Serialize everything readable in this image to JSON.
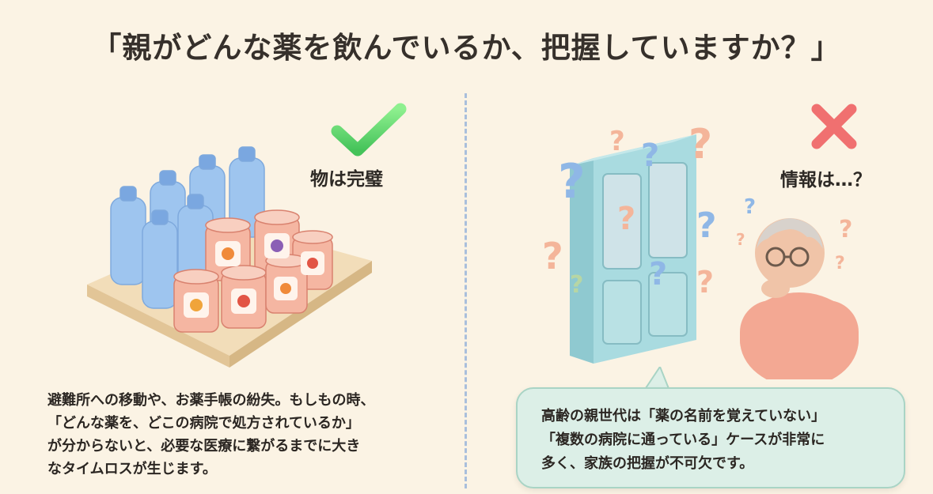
{
  "title": "「親がどんな薬を飲んでいるか、把握していますか？」",
  "left": {
    "label": "物は完璧",
    "icon": "check-icon",
    "text_lines": [
      "避難所への移動や、お薬手帳の紛失。もしもの時、",
      "「どんな薬を、どこの病院で処方されているか」",
      "が分からないと、必要な医療に繋がるまでに大き",
      "なタイムロスが生じます。"
    ]
  },
  "right": {
    "label": "情報は…？",
    "icon": "x-icon",
    "bubble_lines": [
      "高齢の親世代は「薬の名前を覚えていない」",
      "「複数の病院に通っている」ケースが非常に",
      "多く、家族の把握が不可欠です。"
    ]
  },
  "colors": {
    "background": "#fbf3e4",
    "check": "#5fd36b",
    "cross": "#f06a6a",
    "bubble": "#dcefe7",
    "divider": "#a9bfdc"
  }
}
